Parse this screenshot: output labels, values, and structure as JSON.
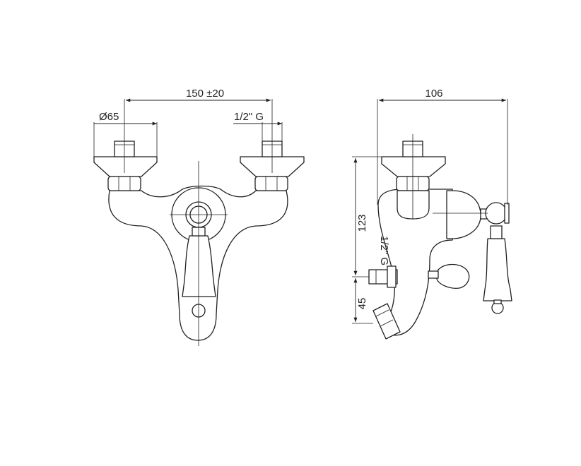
{
  "front_view": {
    "dim_width": "150 ±20",
    "dim_diameter": "Ø65",
    "dim_thread": "1/2\" G"
  },
  "side_view": {
    "dim_depth": "106",
    "dim_height": "123",
    "dim_outlet": "45",
    "dim_outlet_thread": "1/2\" G"
  }
}
